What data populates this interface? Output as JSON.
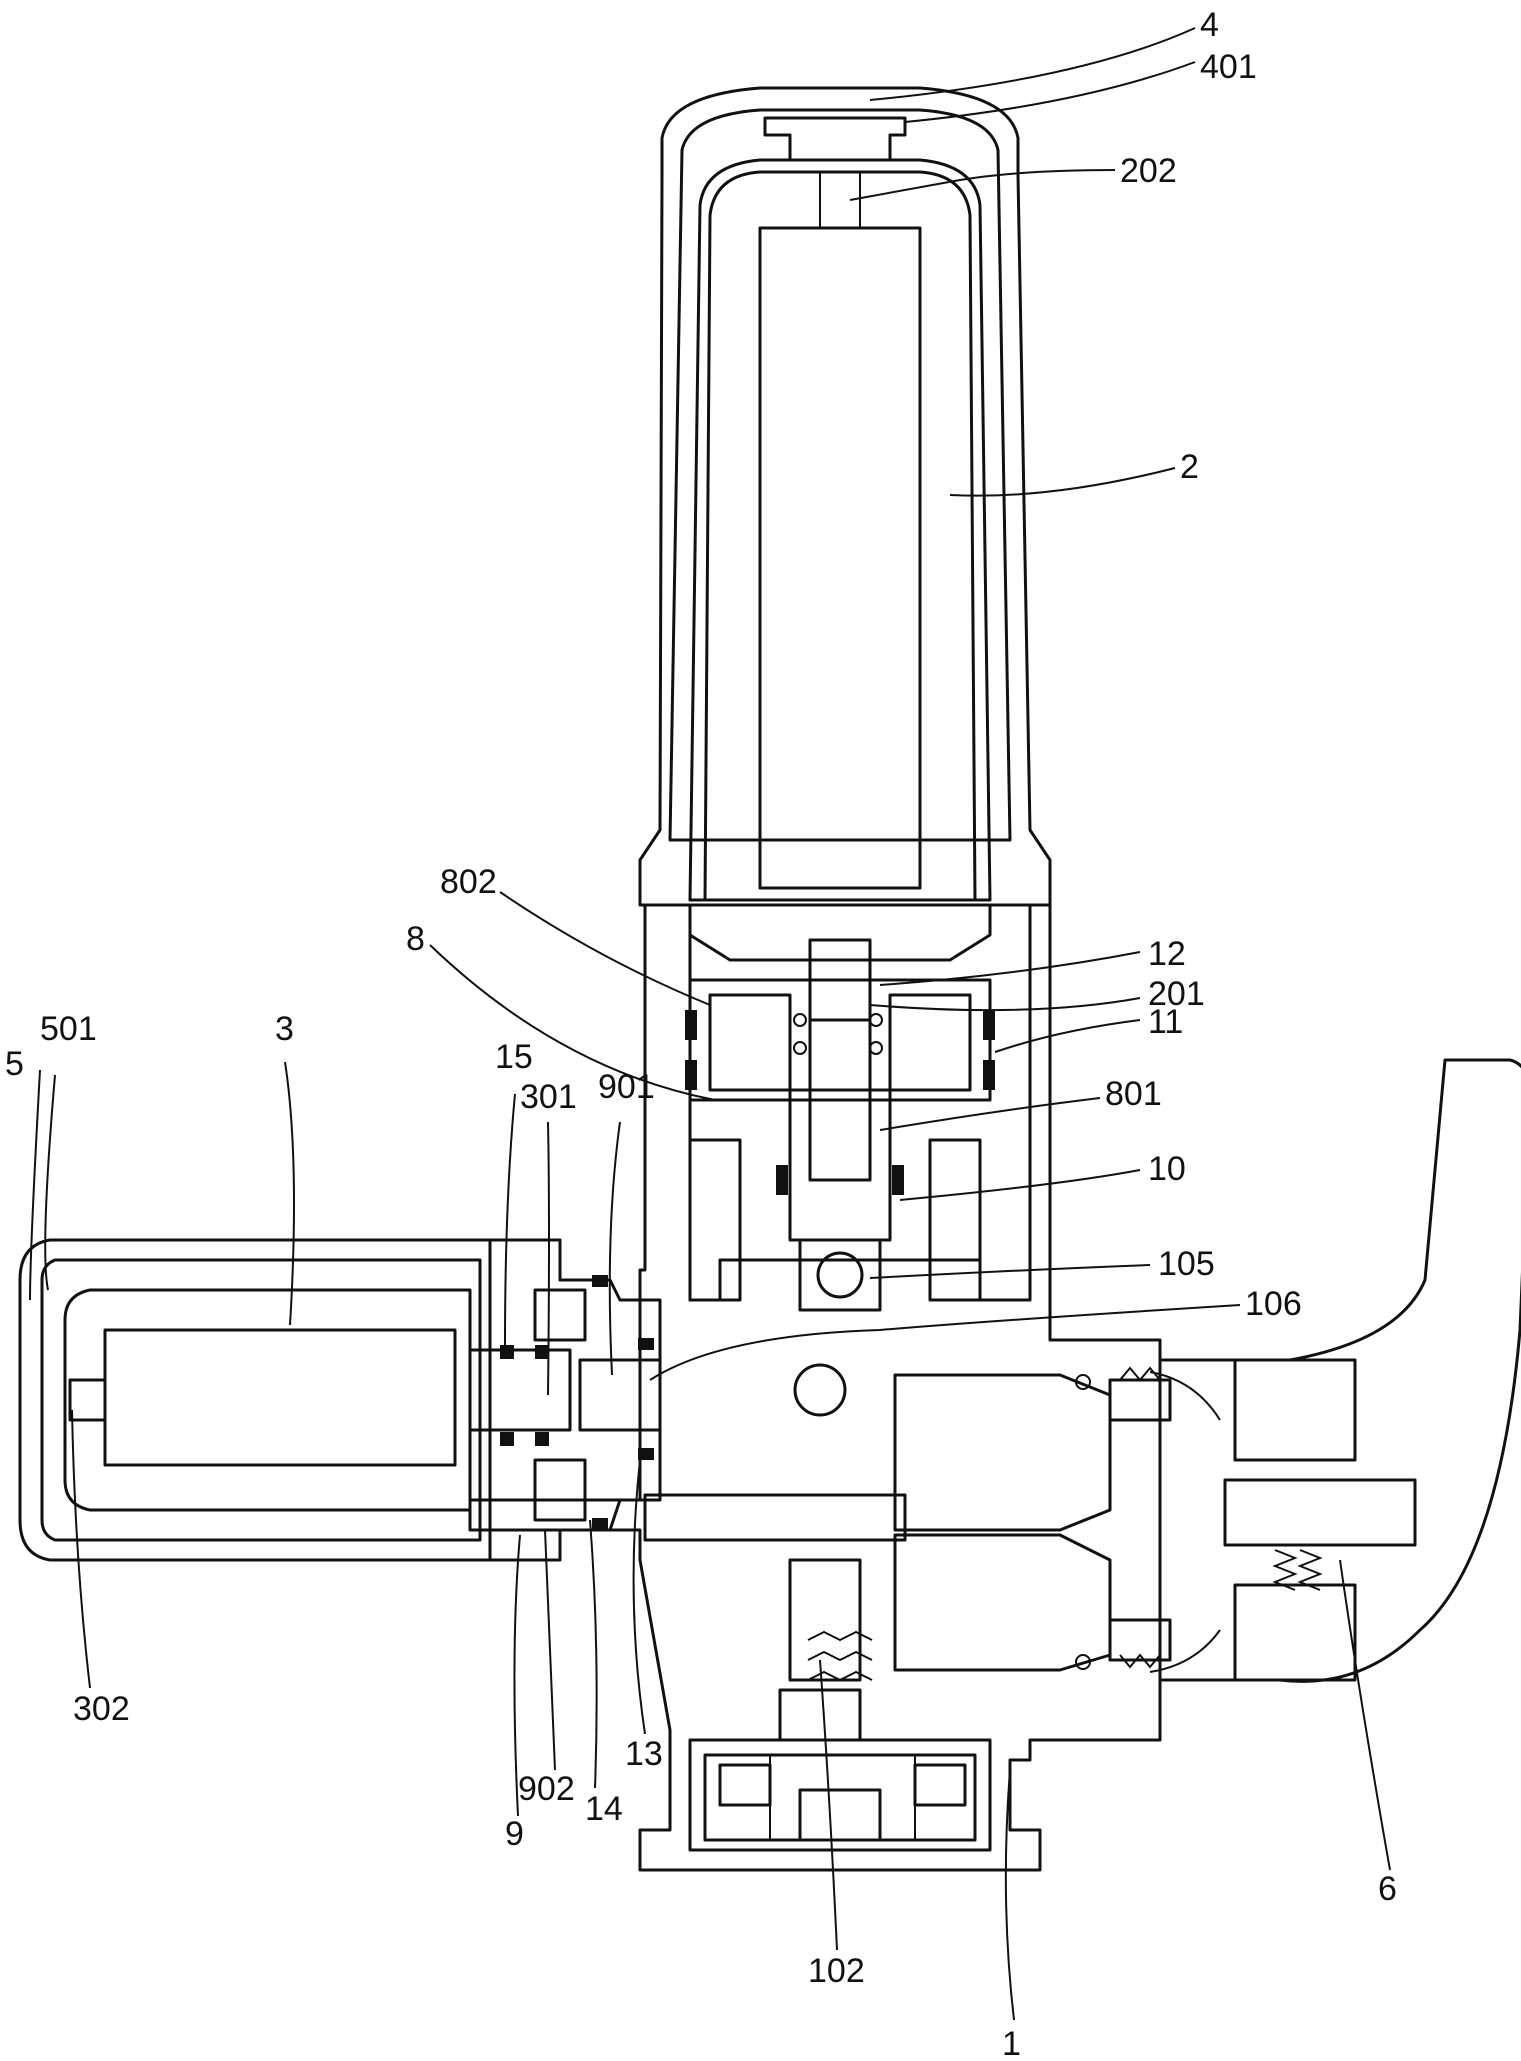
{
  "figure": {
    "background": "#ffffff",
    "line_color": "#111111",
    "labels": [
      {
        "id": "4",
        "text": "4"
      },
      {
        "id": "401",
        "text": "401"
      },
      {
        "id": "202",
        "text": "202"
      },
      {
        "id": "2",
        "text": "2"
      },
      {
        "id": "802",
        "text": "802"
      },
      {
        "id": "8",
        "text": "8"
      },
      {
        "id": "12",
        "text": "12"
      },
      {
        "id": "201",
        "text": "201"
      },
      {
        "id": "11",
        "text": "11"
      },
      {
        "id": "801",
        "text": "801"
      },
      {
        "id": "10",
        "text": "10"
      },
      {
        "id": "105",
        "text": "105"
      },
      {
        "id": "106",
        "text": "106"
      },
      {
        "id": "501",
        "text": "501"
      },
      {
        "id": "5",
        "text": "5"
      },
      {
        "id": "3",
        "text": "3"
      },
      {
        "id": "15",
        "text": "15"
      },
      {
        "id": "301",
        "text": "301"
      },
      {
        "id": "901",
        "text": "901"
      },
      {
        "id": "302",
        "text": "302"
      },
      {
        "id": "13",
        "text": "13"
      },
      {
        "id": "902",
        "text": "902"
      },
      {
        "id": "14",
        "text": "14"
      },
      {
        "id": "9",
        "text": "9"
      },
      {
        "id": "102",
        "text": "102"
      },
      {
        "id": "6",
        "text": "6"
      },
      {
        "id": "1",
        "text": "1"
      }
    ]
  }
}
